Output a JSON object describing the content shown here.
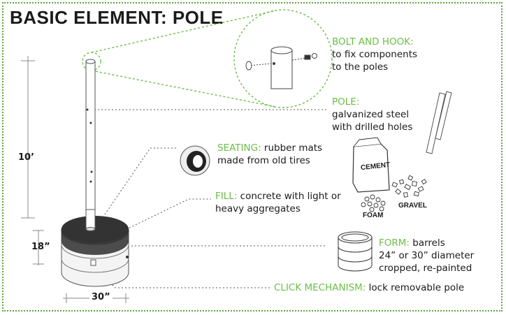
{
  "title": "BASIC ELEMENT: POLE",
  "dimensions": {
    "height": "10’",
    "base_height": "18”",
    "diameter": "30”"
  },
  "callouts": {
    "bolt": {
      "head": "BOLT AND HOOK:",
      "lines": [
        "to fix components",
        "to the poles"
      ]
    },
    "pole": {
      "head": "POLE:",
      "lines": [
        "galvanized steel",
        "with drilled holes"
      ]
    },
    "seating": {
      "head": "SEATING:",
      "text": "rubber mats",
      "line2": "made from old tires"
    },
    "fill": {
      "head": "FILL:",
      "text": "concrete with light or",
      "line2": "heavy aggregates"
    },
    "form": {
      "head": "FORM:",
      "text": "barrels",
      "line2": "24” or 30” diameter",
      "line3": "cropped, re-painted"
    },
    "click": {
      "head": "CLICK MECHANISM:",
      "text": "lock removable pole"
    }
  },
  "materials": {
    "cement": "CEMENT",
    "gravel": "GRAVEL",
    "foam": "FOAM"
  },
  "colors": {
    "accent": "#6abf45",
    "ink": "#1a1a1a"
  }
}
